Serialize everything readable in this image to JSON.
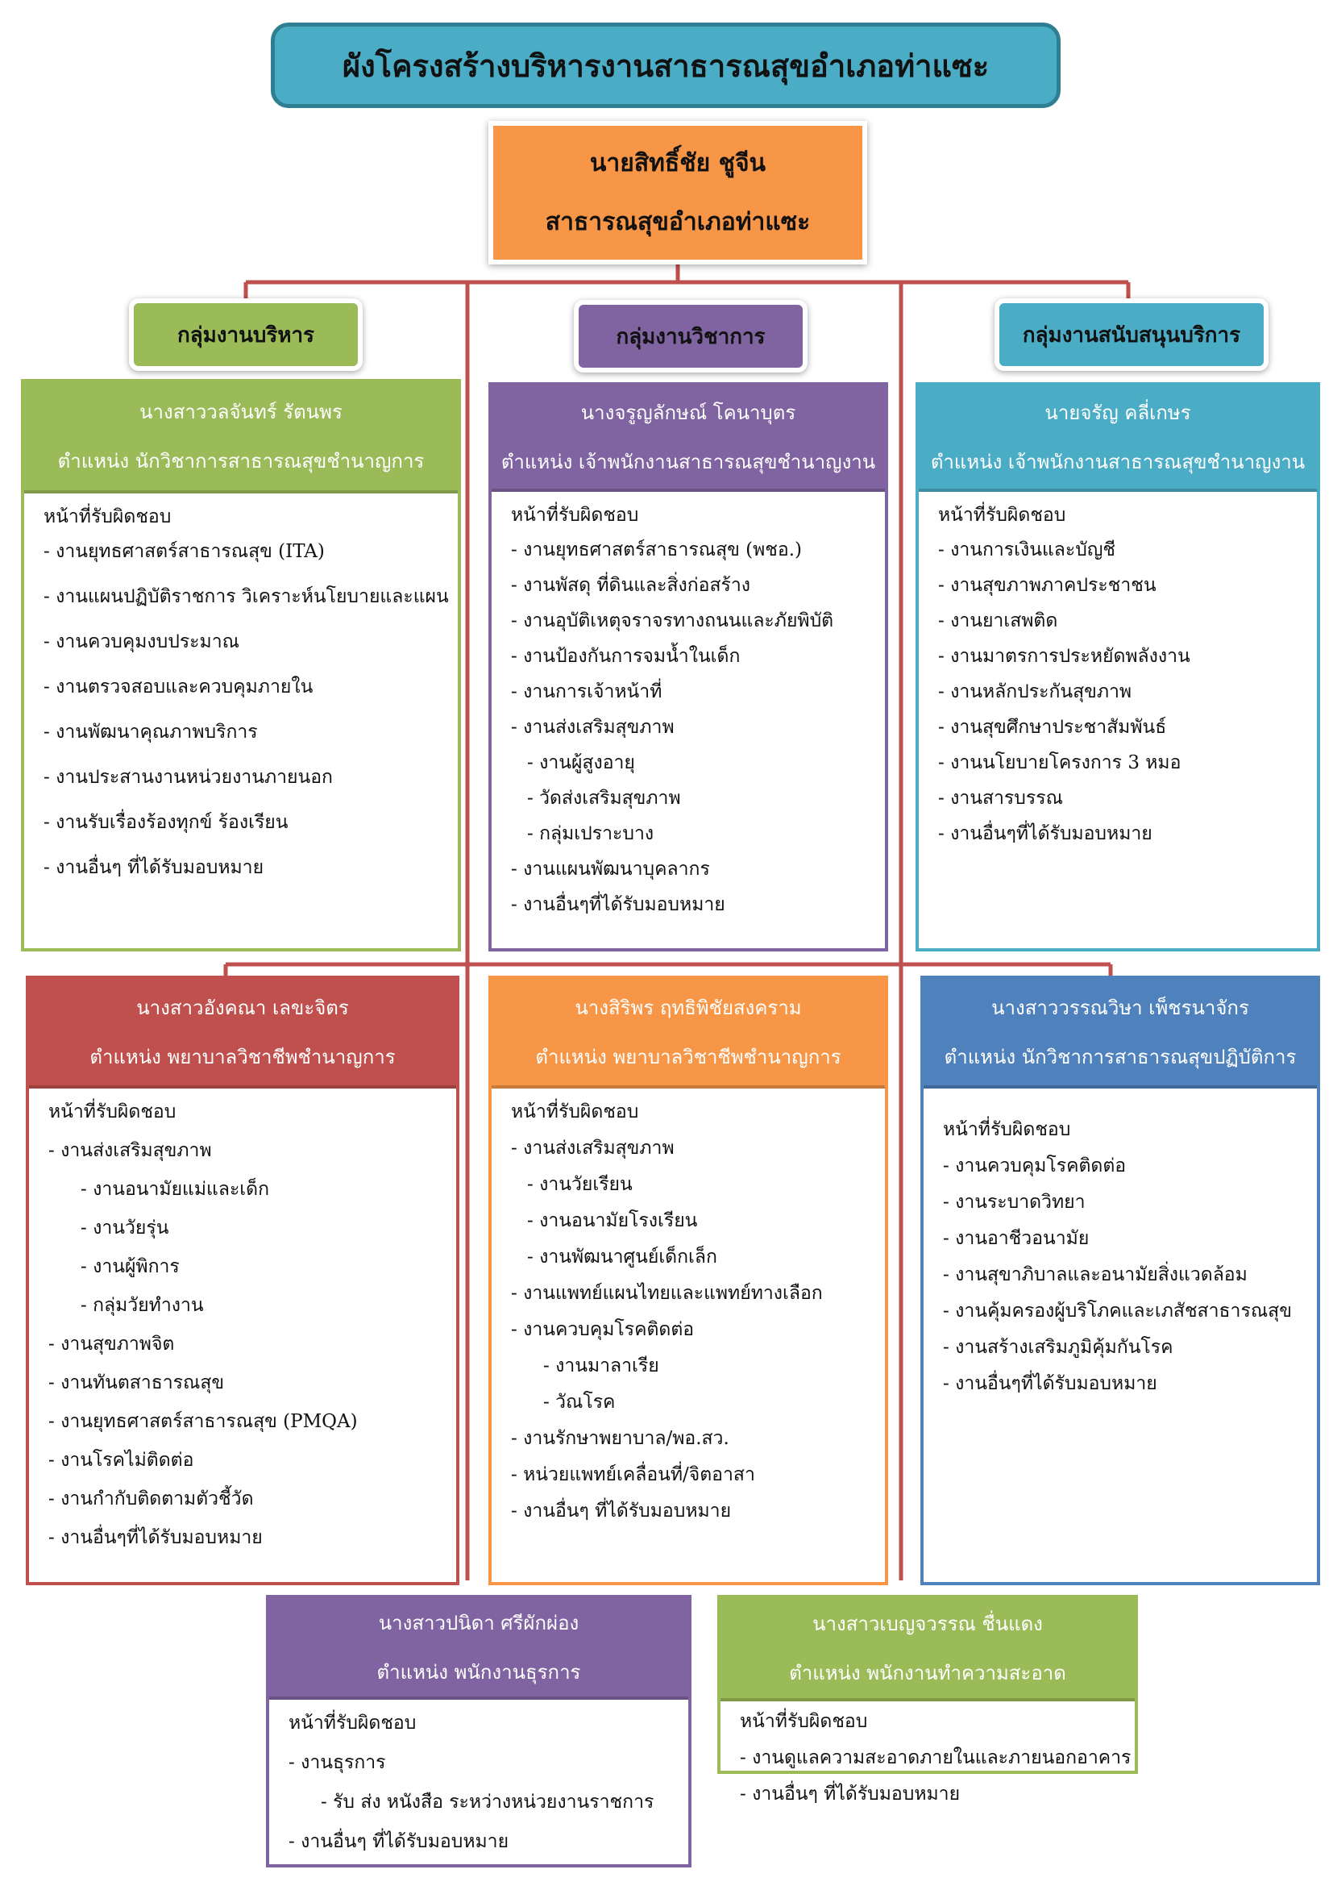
{
  "title": "ผังโครงสร้างบริหารงานสาธารณสุขอำเภอท่าแซะ",
  "chief": {
    "name": "นายสิทธิ์ชัย ชูจีน",
    "position": "สาธารณสุขอำเภอท่าแซะ"
  },
  "colors": {
    "title_bg": "#4aacc5",
    "chief_bg": "#f79646",
    "green": "#9bbb59",
    "purple": "#8064a2",
    "teal": "#4bacc6",
    "red": "#c0504d",
    "orange": "#f79646",
    "blue": "#4f81bd",
    "connector": "#c0504d"
  },
  "groups": [
    {
      "label": "กลุ่มงานบริหาร",
      "color": "#9bbb59"
    },
    {
      "label": "กลุ่มงานวิชาการ",
      "color": "#8064a2"
    },
    {
      "label": "กลุ่มงานสนับสนุนบริการ",
      "color": "#4bacc6"
    }
  ],
  "cards": [
    {
      "name": "นางสาววลจันทร์ รัตนพร",
      "position": "ตำแหน่ง นักวิชาการสาธารณสุขชำนาญการ",
      "color": "#9bbb59",
      "resp_title": "หน้าที่รับผิดชอบ",
      "items": [
        "- งานยุทธศาสตร์สาธารณสุข (ITA)",
        "- งานแผนปฏิบัติราชการ วิเคราะห์นโยบายและแผน",
        "- งานควบคุมงบประมาณ",
        " - งานตรวจสอบและควบคุมภายใน",
        "- งานพัฒนาคุณภาพบริการ",
        "- งานประสานงานหน่วยงานภายนอก",
        "- งานรับเรื่องร้องทุกข์ ร้องเรียน",
        "- งานอื่นๆ ที่ได้รับมอบหมาย"
      ]
    },
    {
      "name": "นางจรูญลักษณ์ โคนาบุตร",
      "position": "ตำแหน่ง เจ้าพนักงานสาธารณสุขชำนาญงาน",
      "color": "#8064a2",
      "resp_title": "หน้าที่รับผิดชอบ",
      "items": [
        "- งานยุทธศาสตร์สาธารณสุข (พชอ.)",
        "- งานพัสดุ ที่ดินและสิ่งก่อสร้าง",
        "- งานอุบัติเหตุจราจรทางถนนและภัยพิบัติ",
        "- งานป้องกันการจมน้ำในเด็ก",
        "- งานการเจ้าหน้าที่",
        "- งานส่งเสริมสุขภาพ",
        "- งานผู้สูงอายุ",
        "- วัดส่งเสริมสุขภาพ",
        "- กลุ่มเปราะบาง",
        "- งานแผนพัฒนาบุคลากร",
        "- งานอื่นๆที่ได้รับมอบหมาย"
      ]
    },
    {
      "name": "นายจรัญ คลี่เกษร",
      "position": "ตำแหน่ง เจ้าพนักงานสาธารณสุขชำนาญงาน",
      "color": "#4bacc6",
      "resp_title": "หน้าที่รับผิดชอบ",
      "items": [
        "- งานการเงินและบัญชี",
        "- งานสุขภาพภาคประชาชน",
        "- งานยาเสพติด",
        "- งานมาตรการประหยัดพลังงาน",
        "- งานหลักประกันสุขภาพ",
        "- งานสุขศึกษาประชาสัมพันธ์",
        "- งานนโยบายโครงการ 3 หมอ",
        "- งานสารบรรณ",
        "- งานอื่นๆที่ได้รับมอบหมาย"
      ]
    },
    {
      "name": "นางสาวอังคณา เลขะจิตร",
      "position": "ตำแหน่ง พยาบาลวิชาชีพชำนาญการ",
      "color": "#c0504d",
      "resp_title": "หน้าที่รับผิดชอบ",
      "items": [
        "- งานส่งเสริมสุขภาพ",
        "- งานอนามัยแม่และเด็ก",
        "- งานวัยรุ่น",
        "- งานผู้พิการ",
        "- กลุ่มวัยทำงาน",
        "- งานสุขภาพจิต",
        "- งานทันตสาธารณสุข",
        "- งานยุทธศาสตร์สาธารณสุข (PMQA)",
        "- งานโรคไม่ติดต่อ",
        "- งานกำกับติดตามตัวชี้วัด",
        "- งานอื่นๆที่ได้รับมอบหมาย"
      ]
    },
    {
      "name": "นางสิริพร ฤทธิพิชัยสงคราม",
      "position": "ตำแหน่ง พยาบาลวิชาชีพชำนาญการ",
      "color": "#f79646",
      "resp_title": "หน้าที่รับผิดชอบ",
      "items": [
        "- งานส่งเสริมสุขภาพ",
        "- งานวัยเรียน",
        "- งานอนามัยโรงเรียน",
        "- งานพัฒนาศูนย์เด็กเล็ก",
        "- งานแพทย์แผนไทยและแพทย์ทางเลือก",
        "- งานควบคุมโรคติดต่อ",
        "- งานมาลาเรีย",
        "- วัณโรค",
        "- งานรักษาพยาบาล/พอ.สว.",
        "- หน่วยแพทย์เคลื่อนที่/จิตอาสา",
        "- งานอื่นๆ ที่ได้รับมอบหมาย"
      ]
    },
    {
      "name": "นางสาววรรณวิษา เพ็ชรนาจักร",
      "position": "ตำแหน่ง นักวิชาการสาธารณสุขปฏิบัติการ",
      "color": "#4f81bd",
      "resp_title": "หน้าที่รับผิดชอบ",
      "items": [
        "- งานควบคุมโรคติดต่อ",
        "- งานระบาดวิทยา",
        "- งานอาชีวอนามัย",
        "- งานสุขาภิบาลและอนามัยสิ่งแวดล้อม",
        "- งานคุ้มครองผู้บริโภคและเภสัชสาธารณสุข",
        "- งานสร้างเสริมภูมิคุ้มกันโรค",
        "- งานอื่นๆที่ได้รับมอบหมาย"
      ]
    },
    {
      "name": "นางสาวปนิดา ศรีผักผ่อง",
      "position": "ตำแหน่ง พนักงานธุรการ",
      "color": "#8064a2",
      "resp_title": "หน้าที่รับผิดชอบ",
      "items": [
        "- งานธุรการ",
        "- รับ ส่ง หนังสือ ระหว่างหน่วยงานราชการ",
        "- งานอื่นๆ ที่ได้รับมอบหมาย"
      ]
    },
    {
      "name": "นางสาวเบญจวรรณ ชื่นแดง",
      "position": "ตำแหน่ง พนักงานทำความสะอาด",
      "color": "#9bbb59",
      "resp_title": "หน้าที่รับผิดชอบ",
      "items": [
        "- งานดูแลความสะอาดภายในและภายนอกอาคาร",
        "- งานอื่นๆ ที่ได้รับมอบหมาย"
      ]
    }
  ]
}
